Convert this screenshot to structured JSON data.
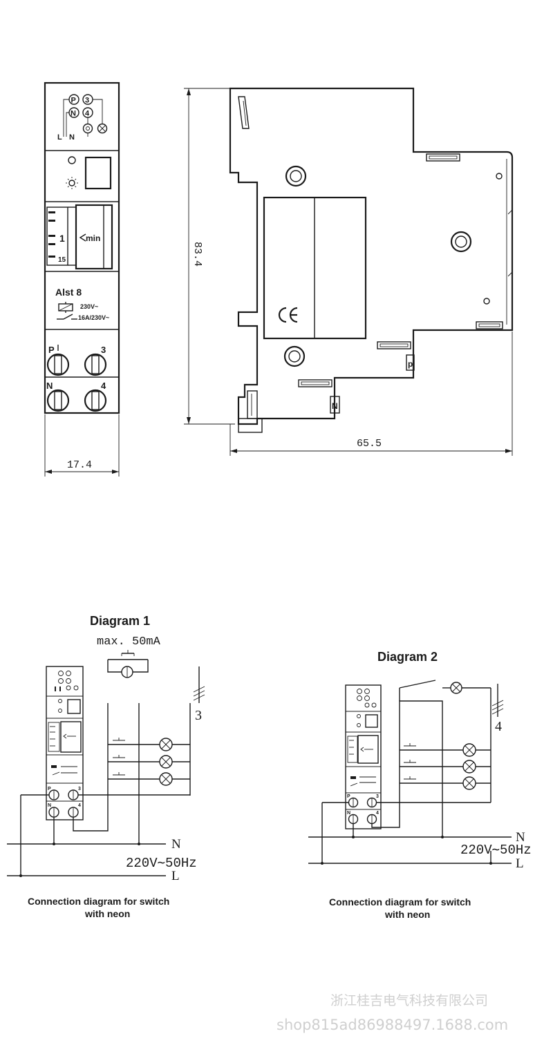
{
  "device": {
    "model": "Alst 8",
    "coil_rating": "230V~",
    "contact_rating": "16A/230V~",
    "knob_unit": "min",
    "scale_marks": [
      "1",
      "15"
    ],
    "top_terminals": [
      "P",
      "3",
      "N",
      "4"
    ],
    "bottom_labels": [
      "L",
      "N"
    ],
    "front_terminals": {
      "p": "P",
      "three": "3",
      "n": "N",
      "four": "4"
    },
    "side_terminals": {
      "p": "p",
      "n": "N"
    }
  },
  "dimensions": {
    "width": "17.4",
    "height": "83.4",
    "depth": "65.5"
  },
  "diagram1": {
    "title": "Diagram 1",
    "max_current": "max. 50mA",
    "phase_count": "3",
    "supply": "220V∼50Hz",
    "neutral": "N",
    "line": "L",
    "caption_line1": "Connection diagram for switch",
    "caption_line2": "with neon"
  },
  "diagram2": {
    "title": "Diagram 2",
    "phase_count": "4",
    "supply": "220V∼50Hz",
    "neutral": "N",
    "line": "L",
    "caption_line1": "Connection diagram for switch",
    "caption_line2": "with neon"
  },
  "watermark": {
    "company": "浙江桂吉电气科技有限公司",
    "shop": "shop815ad86988497.1688.com"
  },
  "colors": {
    "ink": "#1a1a1a",
    "watermark": "#cfcfcf",
    "background": "#ffffff"
  }
}
